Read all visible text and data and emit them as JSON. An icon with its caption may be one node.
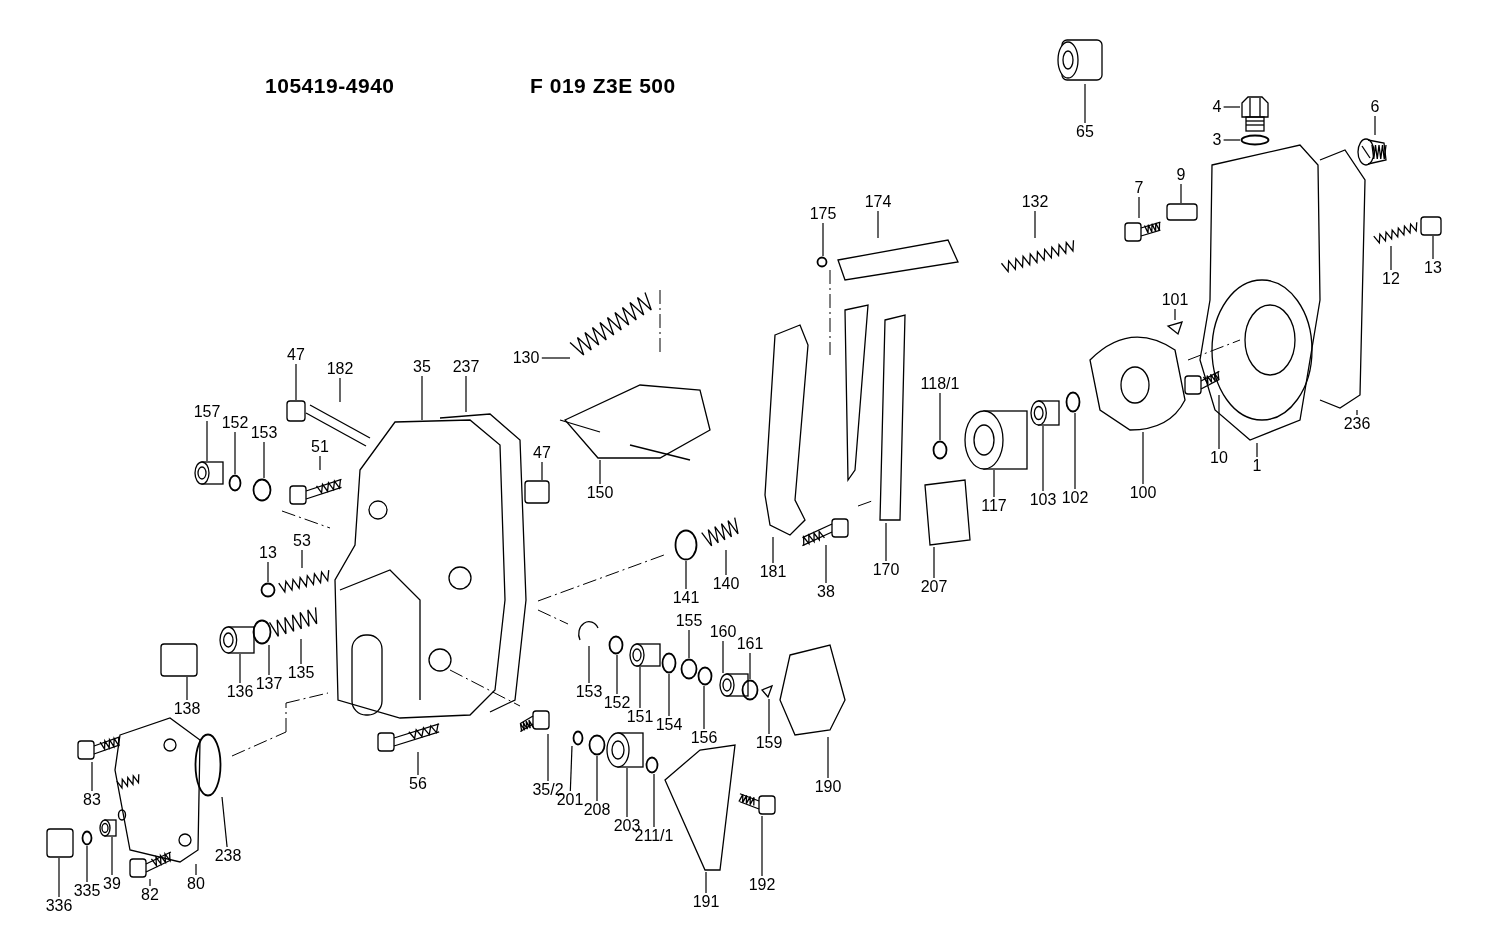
{
  "diagram": {
    "nodes": [
      {
        "text": [
          "65"
        ]
      },
      {
        "text": [
          "4"
        ]
      },
      {
        "text": [
          "3"
        ]
      },
      {
        "text": [
          "6"
        ]
      },
      {
        "text": [
          "9"
        ]
      },
      {
        "text": [
          "7"
        ]
      },
      {
        "text": [
          "132"
        ]
      },
      {
        "text": [
          "175"
        ]
      },
      {
        "text": [
          "174"
        ]
      },
      {
        "text": [
          "12"
        ]
      },
      {
        "text": [
          "13"
        ]
      },
      {
        "text": [
          "101"
        ]
      },
      {
        "text": [
          "130"
        ]
      },
      {
        "text": [
          "47"
        ]
      },
      {
        "text": [
          "182"
        ]
      },
      {
        "text": [
          "35"
        ]
      },
      {
        "text": [
          "237"
        ]
      },
      {
        "text": [
          "118/1"
        ]
      },
      {
        "text": [
          "157"
        ]
      },
      {
        "text": [
          "152"
        ]
      },
      {
        "text": [
          "153"
        ]
      },
      {
        "text": [
          "51"
        ]
      },
      {
        "text": [
          "47"
        ]
      },
      {
        "text": [
          "236"
        ]
      },
      {
        "text": [
          "10"
        ]
      },
      {
        "text": [
          "1"
        ]
      },
      {
        "text": [
          "150"
        ]
      },
      {
        "text": [
          "117"
        ]
      },
      {
        "text": [
          "103"
        ]
      },
      {
        "text": [
          "102"
        ]
      },
      {
        "text": [
          "100"
        ]
      },
      {
        "text": [
          "13"
        ]
      },
      {
        "text": [
          "53"
        ]
      },
      {
        "text": [
          "181"
        ]
      },
      {
        "text": [
          "140"
        ]
      },
      {
        "text": [
          "141"
        ]
      },
      {
        "text": [
          "38"
        ]
      },
      {
        "text": [
          "170"
        ]
      },
      {
        "text": [
          "207"
        ]
      },
      {
        "text": [
          "153"
        ]
      },
      {
        "text": [
          "152"
        ]
      },
      {
        "text": [
          "151"
        ]
      },
      {
        "text": [
          "154"
        ]
      },
      {
        "text": [
          "155"
        ]
      },
      {
        "text": [
          "156"
        ]
      },
      {
        "text": [
          "160"
        ]
      },
      {
        "text": [
          "161"
        ]
      },
      {
        "text": [
          "159"
        ]
      },
      {
        "text": [
          "190"
        ]
      },
      {
        "text": [
          "138"
        ]
      },
      {
        "text": [
          "136"
        ]
      },
      {
        "text": [
          "137"
        ]
      },
      {
        "text": [
          "135"
        ]
      },
      {
        "text": [
          "56"
        ]
      },
      {
        "text": [
          "83"
        ]
      },
      {
        "text": [
          "238"
        ]
      },
      {
        "text": [
          "336"
        ]
      },
      {
        "text": [
          "335"
        ]
      },
      {
        "text": [
          "39"
        ]
      },
      {
        "text": [
          "82"
        ]
      },
      {
        "text": [
          "80"
        ]
      },
      {
        "text": [
          "35/2"
        ]
      },
      {
        "text": [
          "201"
        ]
      },
      {
        "text": [
          "208"
        ]
      },
      {
        "text": [
          "203"
        ]
      },
      {
        "text": [
          "211/1"
        ]
      },
      {
        "text": [
          "191"
        ]
      },
      {
        "text": [
          "192"
        ]
      },
      {
        "text": [],
        "shape": "picture"
      },
      {
        "text": [],
        "shape": "picture"
      },
      {
        "text": [],
        "shape": "circle"
      },
      {
        "text": [],
        "shape": "picture"
      },
      {
        "text": [],
        "shape": "box"
      },
      {
        "text": [],
        "shape": "picture"
      },
      {
        "text": [],
        "shape": "picture"
      },
      {
        "text": [],
        "shape": "circle"
      },
      {
        "text": [],
        "shape": "picture"
      },
      {
        "text": [],
        "shape": "picture"
      },
      {
        "text": [],
        "shape": "box"
      },
      {
        "text": [],
        "shape": "picture"
      },
      {
        "text": [],
        "shape": "picture"
      },
      {
        "text": [],
        "shape": "box"
      },
      {
        "text": [],
        "shape": "picture"
      },
      {
        "text": [],
        "shape": "picture"
      },
      {
        "text": [],
        "shape": "picture"
      },
      {
        "text": [],
        "shape": "circle"
      },
      {
        "text": [],
        "shape": "cylinder"
      },
      {
        "text": [],
        "shape": "circle"
      },
      {
        "text": [],
        "shape": "circle"
      },
      {
        "text": [],
        "shape": "picture"
      },
      {
        "text": [],
        "shape": "box"
      },
      {
        "text": [],
        "shape": "picture"
      },
      {
        "text": [],
        "shape": "picture"
      },
      {
        "text": [],
        "shape": "picture"
      },
      {
        "text": [],
        "shape": "picture"
      },
      {
        "text": [],
        "shape": "cylinder"
      },
      {
        "text": [],
        "shape": "cylinder"
      },
      {
        "text": [],
        "shape": "circle"
      },
      {
        "text": [],
        "shape": "picture"
      },
      {
        "text": [],
        "shape": "circle"
      },
      {
        "text": [],
        "shape": "picture"
      },
      {
        "text": [],
        "shape": "picture"
      },
      {
        "text": [],
        "shape": "picture"
      },
      {
        "text": [],
        "shape": "circle"
      },
      {
        "text": [],
        "shape": "picture"
      },
      {
        "text": [],
        "shape": "picture"
      },
      {
        "text": [],
        "shape": "picture"
      },
      {
        "text": [],
        "shape": "picture"
      },
      {
        "text": [],
        "shape": "circle"
      },
      {
        "text": [],
        "shape": "cylinder"
      },
      {
        "text": [],
        "shape": "circle"
      },
      {
        "text": [],
        "shape": "circle"
      },
      {
        "text": [],
        "shape": "circle"
      },
      {
        "text": [],
        "shape": "cylinder"
      },
      {
        "text": [],
        "shape": "circle"
      },
      {
        "text": [],
        "shape": "picture"
      },
      {
        "text": [],
        "shape": "picture"
      },
      {
        "text": [],
        "shape": "box"
      },
      {
        "text": [],
        "shape": "cylinder"
      },
      {
        "text": [],
        "shape": "circle"
      },
      {
        "text": [],
        "shape": "picture"
      },
      {
        "text": [],
        "shape": "picture"
      },
      {
        "text": [],
        "shape": "picture"
      },
      {
        "text": [],
        "shape": "circle"
      },
      {
        "text": [],
        "shape": "box"
      },
      {
        "text": [],
        "shape": "circle"
      },
      {
        "text": [],
        "shape": "cylinder"
      },
      {
        "text": [],
        "shape": "picture"
      },
      {
        "text": [],
        "shape": "picture"
      },
      {
        "text": [],
        "shape": "picture"
      },
      {
        "text": [],
        "shape": "circle"
      },
      {
        "text": [],
        "shape": "circle"
      },
      {
        "text": [],
        "shape": "cylinder"
      },
      {
        "text": [],
        "shape": "circle"
      },
      {
        "text": [],
        "shape": "picture"
      },
      {
        "text": [],
        "shape": "picture"
      }
    ],
    "edges": [
      {
        "from": 0,
        "to": 68,
        "arrow": "none"
      },
      {
        "from": 1,
        "to": 69,
        "arrow": "none"
      },
      {
        "from": 2,
        "to": 70,
        "arrow": "none"
      },
      {
        "from": 3,
        "to": 71,
        "arrow": "none"
      },
      {
        "from": 4,
        "to": 72,
        "arrow": "none"
      },
      {
        "from": 5,
        "to": 73,
        "arrow": "none"
      },
      {
        "from": 6,
        "to": 74,
        "arrow": "none"
      },
      {
        "from": 7,
        "to": 75,
        "arrow": "none"
      },
      {
        "from": 8,
        "to": 76,
        "arrow": "none"
      },
      {
        "from": 9,
        "to": 77,
        "arrow": "none"
      },
      {
        "from": 10,
        "to": 78,
        "arrow": "none"
      },
      {
        "from": 11,
        "to": 79,
        "arrow": "none"
      },
      {
        "from": 12,
        "to": 80,
        "arrow": "none"
      },
      {
        "from": 13,
        "to": 81,
        "arrow": "none"
      },
      {
        "from": 14,
        "to": 82,
        "arrow": "none"
      },
      {
        "from": 15,
        "to": 83,
        "arrow": "none"
      },
      {
        "from": 16,
        "to": 84,
        "arrow": "none"
      },
      {
        "from": 17,
        "to": 85,
        "arrow": "none"
      },
      {
        "from": 18,
        "to": 86,
        "arrow": "none"
      },
      {
        "from": 19,
        "to": 87,
        "arrow": "none"
      },
      {
        "from": 20,
        "to": 88,
        "arrow": "none"
      },
      {
        "from": 21,
        "to": 89,
        "arrow": "none"
      },
      {
        "from": 22,
        "to": 90,
        "arrow": "none"
      },
      {
        "from": 23,
        "to": 91,
        "arrow": "none"
      },
      {
        "from": 24,
        "to": 92,
        "arrow": "none"
      },
      {
        "from": 25,
        "to": 93,
        "arrow": "none"
      },
      {
        "from": 26,
        "to": 94,
        "arrow": "none"
      },
      {
        "from": 27,
        "to": 95,
        "arrow": "none"
      },
      {
        "from": 28,
        "to": 96,
        "arrow": "none"
      },
      {
        "from": 29,
        "to": 97,
        "arrow": "none"
      },
      {
        "from": 30,
        "to": 98,
        "arrow": "none"
      },
      {
        "from": 31,
        "to": 99,
        "arrow": "none"
      },
      {
        "from": 32,
        "to": 100,
        "arrow": "none"
      },
      {
        "from": 33,
        "to": 101,
        "arrow": "none"
      },
      {
        "from": 34,
        "to": 102,
        "arrow": "none"
      },
      {
        "from": 35,
        "to": 103,
        "arrow": "none"
      },
      {
        "from": 36,
        "to": 104,
        "arrow": "none"
      },
      {
        "from": 37,
        "to": 105,
        "arrow": "none"
      },
      {
        "from": 38,
        "to": 106,
        "arrow": "none"
      },
      {
        "from": 39,
        "to": 107,
        "arrow": "none"
      },
      {
        "from": 40,
        "to": 108,
        "arrow": "none"
      },
      {
        "from": 41,
        "to": 109,
        "arrow": "none"
      },
      {
        "from": 42,
        "to": 110,
        "arrow": "none"
      },
      {
        "from": 43,
        "to": 111,
        "arrow": "none"
      },
      {
        "from": 44,
        "to": 112,
        "arrow": "none"
      },
      {
        "from": 45,
        "to": 113,
        "arrow": "none"
      },
      {
        "from": 46,
        "to": 114,
        "arrow": "none"
      },
      {
        "from": 47,
        "to": 115,
        "arrow": "none"
      },
      {
        "from": 48,
        "to": 116,
        "arrow": "none"
      },
      {
        "from": 49,
        "to": 117,
        "arrow": "none"
      },
      {
        "from": 50,
        "to": 118,
        "arrow": "none"
      },
      {
        "from": 51,
        "to": 119,
        "arrow": "none"
      },
      {
        "from": 52,
        "to": 120,
        "arrow": "none"
      },
      {
        "from": 53,
        "to": 121,
        "arrow": "none"
      },
      {
        "from": 54,
        "to": 122,
        "arrow": "none"
      },
      {
        "from": 55,
        "to": 123,
        "arrow": "none"
      },
      {
        "from": 56,
        "to": 124,
        "arrow": "none"
      },
      {
        "from": 57,
        "to": 125,
        "arrow": "none"
      },
      {
        "from": 58,
        "to": 126,
        "arrow": "none"
      },
      {
        "from": 59,
        "to": 127,
        "arrow": "none"
      },
      {
        "from": 60,
        "to": 128,
        "arrow": "none"
      },
      {
        "from": 61,
        "to": 129,
        "arrow": "none"
      },
      {
        "from": 62,
        "to": 130,
        "arrow": "none"
      },
      {
        "from": 63,
        "to": 131,
        "arrow": "none"
      },
      {
        "from": 64,
        "to": 132,
        "arrow": "none"
      },
      {
        "from": 65,
        "to": 133,
        "arrow": "none"
      },
      {
        "from": 66,
        "to": 134,
        "arrow": "none"
      },
      {
        "from": 67,
        "to": 135,
        "arrow": "none"
      }
    ],
    "labels": [
      "105419-4940",
      "F 019 Z3E 500"
    ]
  }
}
